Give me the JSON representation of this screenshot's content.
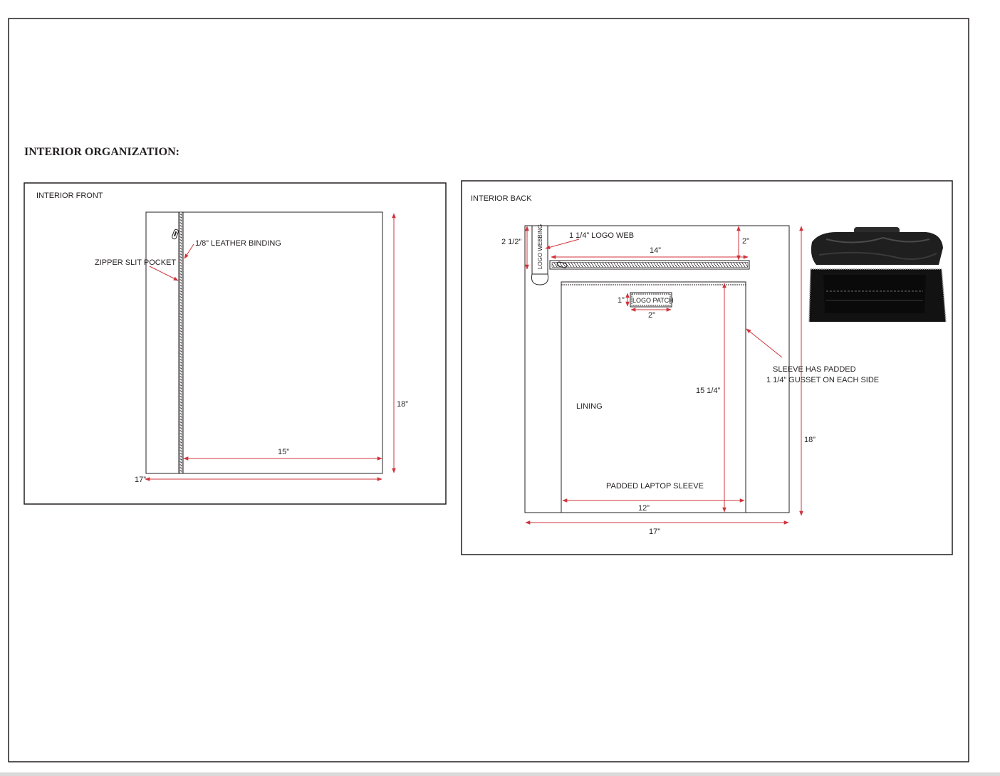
{
  "heading": "INTERIOR ORGANIZATION:",
  "colors": {
    "dimension": "#d0343c",
    "line": "#231f20",
    "photo_bg": "#1a1a1a"
  },
  "front_panel": {
    "title": "INTERIOR FRONT",
    "labels": {
      "leather_binding": "1/8” LEATHER BINDING",
      "zipper_pocket": "ZIPPER SLIT POCKET"
    },
    "dimensions": {
      "height": "18”",
      "pocket_width": "15”",
      "width": "17”"
    }
  },
  "back_panel": {
    "title": "INTERIOR BACK",
    "labels": {
      "logo_webbing": "LOGO WEBBING",
      "logo_web": "1 1/4” LOGO WEB",
      "logo_patch": "LOGO PATCH",
      "lining": "LINING",
      "laptop_sleeve": "PADDED LAPTOP SLEEVE",
      "sleeve_note_line1": "SLEEVE HAS PADDED",
      "sleeve_note_line2": "1 1/4” GUSSET ON EACH SIDE"
    },
    "dimensions": {
      "webbing_height": "2 1/2”",
      "zipper_drop": "2”",
      "zipper_width": "14”",
      "patch_height": "1”",
      "patch_width": "2”",
      "sleeve_height": "15 1/4”",
      "height": "18”",
      "sleeve_width": "12”",
      "width": "17”"
    }
  },
  "photo": {
    "icon": "open-backpack-photo"
  }
}
